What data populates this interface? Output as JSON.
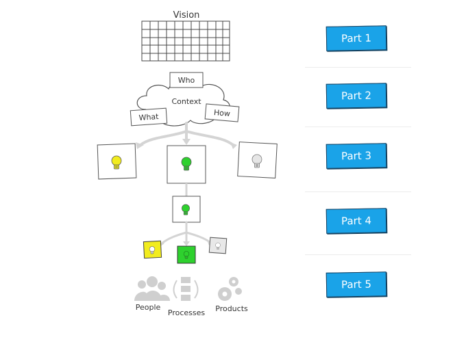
{
  "diagram": {
    "vision_label": "Vision",
    "context_label": "Context",
    "who_label": "Who",
    "what_label": "What",
    "how_label": "How",
    "people_label": "People",
    "processes_label": "Processes",
    "products_label": "Products"
  },
  "parts": [
    {
      "label": "Part 1"
    },
    {
      "label": "Part 2"
    },
    {
      "label": "Part 3"
    },
    {
      "label": "Part 4"
    },
    {
      "label": "Part 5"
    }
  ],
  "colors": {
    "part_button": "#1aa3e8",
    "bulb_yellow": "#f2ec1e",
    "bulb_green": "#2ed12e",
    "bulb_grey": "#d9d9d9",
    "connector": "#d4d4d4"
  },
  "icons": [
    "lightbulb-icon",
    "people-icon",
    "processes-icon",
    "gears-icon",
    "cloud-icon"
  ]
}
